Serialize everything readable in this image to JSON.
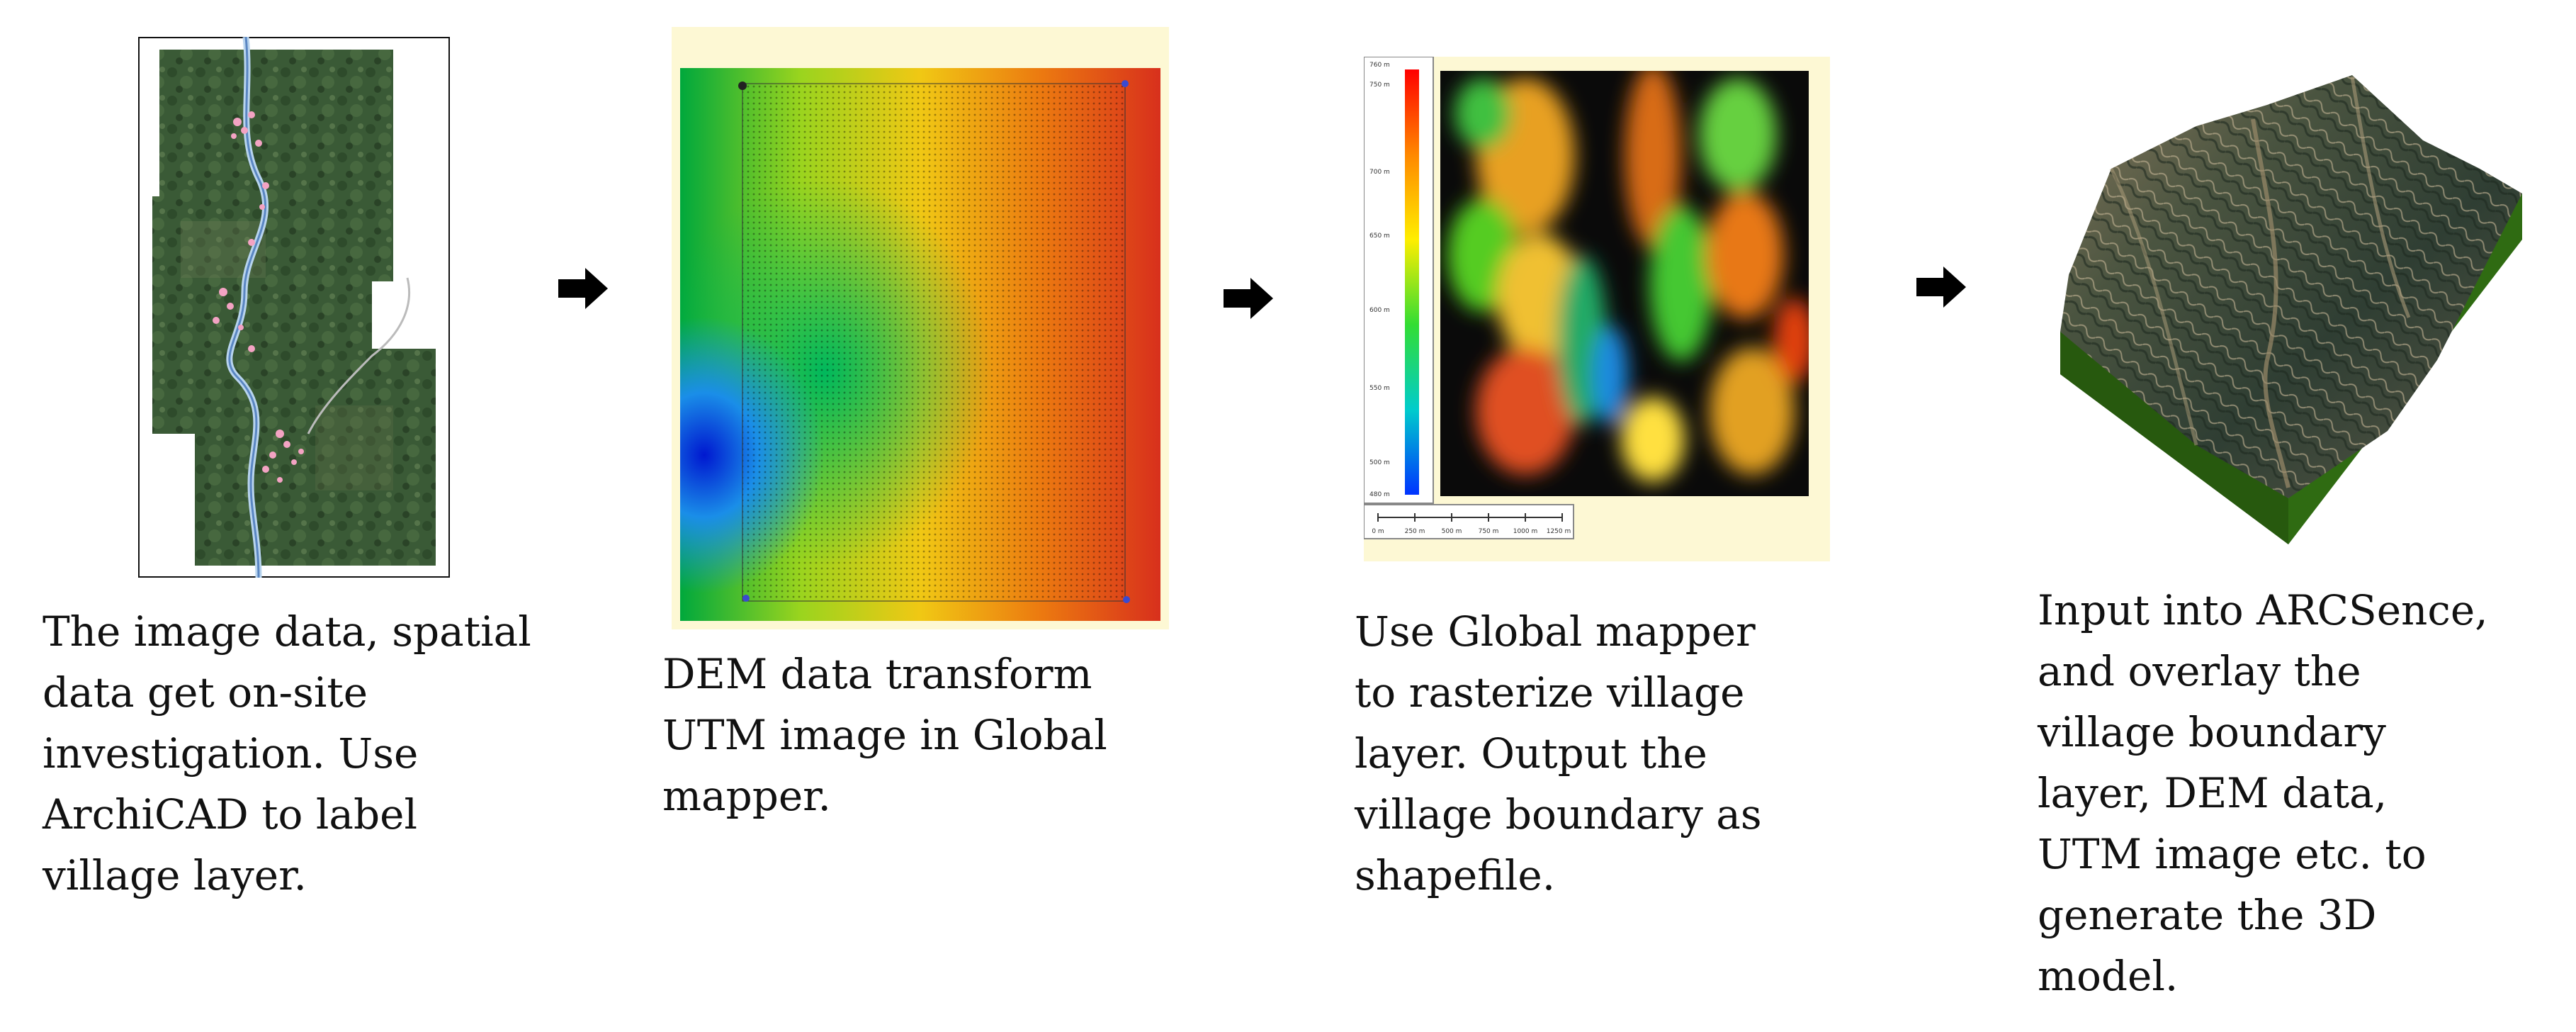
{
  "steps": [
    {
      "caption": "The image data, spatial\ndata get on-site\ninvestigation. Use\nArchiCAD to label\nvillage layer.",
      "image": "satellite-village-map"
    },
    {
      "caption": "DEM data transform\nUTM image in Global\nmapper.",
      "image": "dem-utm-gradient"
    },
    {
      "caption": " Use Global mapper\nto rasterize village\nlayer. Output the\nvillage boundary as\nshapefile.",
      "image": "rasterized-elevation-map"
    },
    {
      "caption": "Input into ARCSence,\nand overlay the\nvillage boundary\nlayer, DEM data,\nUTM image etc. to\ngenerate the 3D\nmodel.",
      "image": "terrain-3d-model"
    }
  ],
  "legend": {
    "elevation_labels": [
      "760 m",
      "750 m",
      "700 m",
      "650 m",
      "600 m",
      "550 m",
      "500 m",
      "480 m"
    ],
    "scale_labels": [
      "0 m",
      "250 m",
      "500 m",
      "750 m",
      "1000 m",
      "1250 m"
    ]
  },
  "colors": {
    "arrow": "#000000",
    "panel_background": "#fdf8d4",
    "terrain_side": "#2f6b12"
  },
  "icons": {
    "arrow": "right-arrow-icon"
  }
}
